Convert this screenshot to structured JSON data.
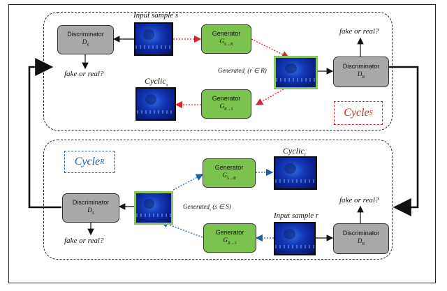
{
  "labels": {
    "input_s": "Input sample s",
    "input_r": "Input sample r",
    "cyclic_s": "Cyclic",
    "cyclic_s_sub": "s",
    "cyclic_r": "Cyclic",
    "cyclic_r_sub": "r",
    "generated_r": "Generated",
    "generated_r_sub": "r",
    "generated_r_set": " (r ∈ R)",
    "generated_s": "Generated",
    "generated_s_sub": "s",
    "generated_s_set": " (s ∈ S)",
    "fake_or_real": "fake or real?"
  },
  "nodes": {
    "discriminator": "Discriminator",
    "generator": "Generator",
    "d_s": "D",
    "d_s_sub": "S",
    "d_r": "D",
    "d_r_sub": "R",
    "g_s_r": "G",
    "g_s_r_sub": "S→R",
    "g_r_s": "G",
    "g_r_s_sub": "R→S"
  },
  "cycles": {
    "top": "Cycle",
    "top_sub": "S",
    "bottom": "Cycle",
    "bottom_sub": "R"
  },
  "colors": {
    "generator": "#7cc24f",
    "discriminator": "#a9a9a9",
    "red_dashed": "#d62728",
    "blue_dashed": "#1f5fa8",
    "image_border": "#8cc26a"
  }
}
